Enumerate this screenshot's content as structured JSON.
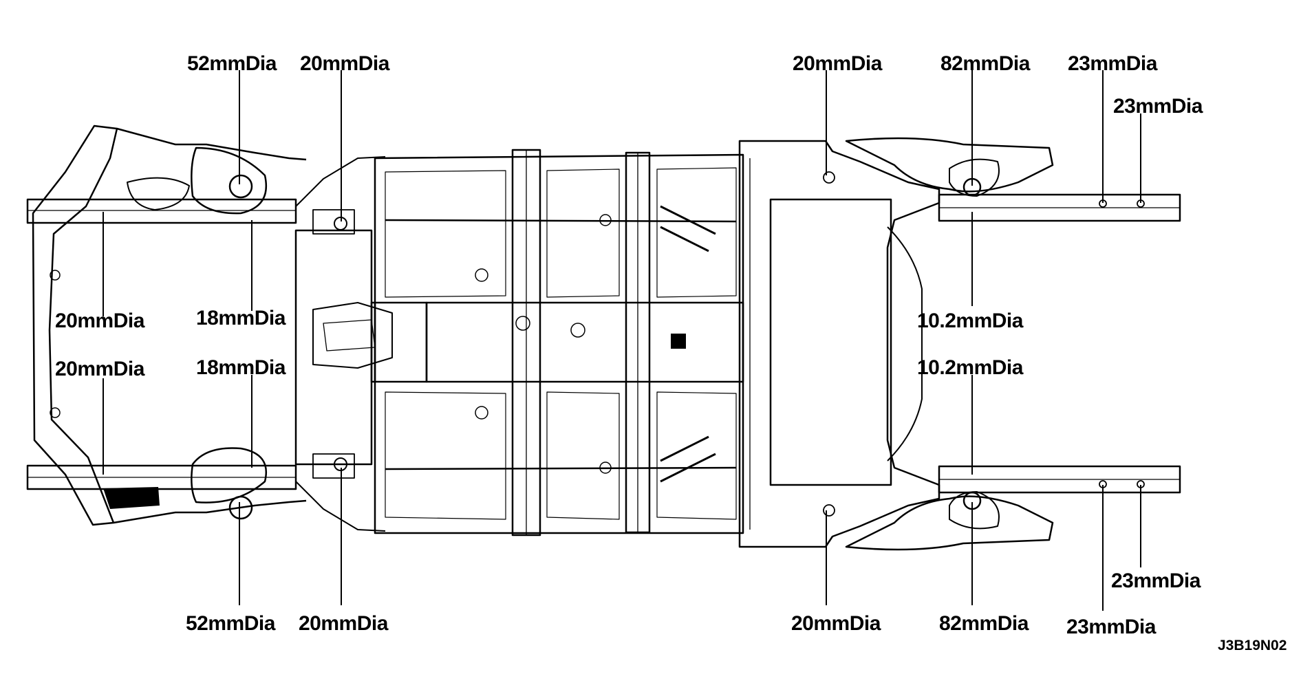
{
  "diagram": {
    "labels": {
      "top_52": "52mmDia",
      "top_20_left": "20mmDia",
      "top_20_right": "20mmDia",
      "top_82": "82mmDia",
      "top_23_a": "23mmDia",
      "top_23_b": "23mmDia",
      "mid_20_upper": "20mmDia",
      "mid_20_lower": "20mmDia",
      "mid_18_upper": "18mmDia",
      "mid_18_lower": "18mmDia",
      "mid_102_upper": "10.2mmDia",
      "mid_102_lower": "10.2mmDia",
      "bot_52": "52mmDia",
      "bot_20_left": "20mmDia",
      "bot_20_right": "20mmDia",
      "bot_82": "82mmDia",
      "bot_23_a": "23mmDia",
      "bot_23_b": "23mmDia"
    },
    "figure_code": "J3B19N02"
  }
}
